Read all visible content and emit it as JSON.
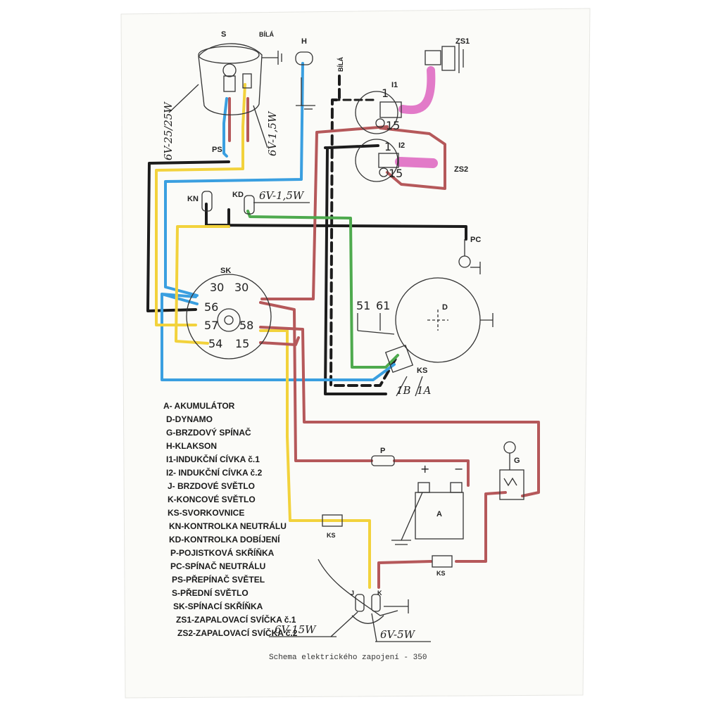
{
  "labels": {
    "s": "S",
    "bila1": "BÍLÁ",
    "h": "H",
    "bila2": "BÍLÁ",
    "zs1": "ZS1",
    "i1": "I1",
    "i2": "I2",
    "zs2": "ZS2",
    "ps": "PS",
    "kn": "KN",
    "kd": "KD",
    "pc": "PC",
    "sk": "SK",
    "d": "D",
    "ks_term": "KS",
    "t1b": "1B",
    "t1a": "1A",
    "p": "P",
    "plus": "+",
    "minus": "−",
    "a": "A",
    "g": "G",
    "ks1": "KS",
    "ks2": "KS",
    "j": "J",
    "k": "K",
    "bulb_main": "6V-25/25W",
    "bulb_park": "6V-1,5W",
    "bulb_kd": "6V-1,5W",
    "bulb_brake": "6V-15W",
    "bulb_tail": "6V-5W",
    "coil_1": "1",
    "coil_15": "15",
    "coil2_1": "1",
    "coil2_15": "15",
    "sk_30a": "30",
    "sk_30b": "30",
    "sk_56": "56",
    "sk_57": "57",
    "sk_58": "58",
    "sk_54": "54",
    "sk_15": "15",
    "d_51": "51",
    "d_61": "61"
  },
  "legend": [
    "A- AKUMULÁTOR",
    "D-DYNAMO",
    "G-BRZDOVÝ SPÍNAČ",
    "H-KLAKSON",
    "I1-INDUKČNÍ CÍVKA č.1",
    "I2- INDUKČNÍ CÍVKA č.2",
    "J- BRZDOVÉ SVĚTLO",
    "K-KONCOVÉ SVĚTLO",
    "KS-SVORKOVNICE",
    "KN-KONTROLKA NEUTRÁLU",
    "KD-KONTROLKA DOBÍJENÍ",
    "P-POJISTKOVÁ SKŘÍŇKA",
    "PC-SPÍNAČ NEUTRÁLU",
    "PS-PŘEPÍNAČ SVĚTEL",
    "S-PŘEDNÍ SVĚTLO",
    "SK-SPÍNACÍ SKŘÍŇKA",
    "ZS1-ZAPALOVACÍ SVÍČKA č.1",
    "ZS2-ZAPALOVACÍ SVÍČKA č.2"
  ],
  "caption": "Schema elektrického zapojení - 350",
  "colors": {
    "paper": "#fbfbf8",
    "black": "#1c1c1c",
    "blue": "#3a9fe0",
    "yellow": "#f2d23c",
    "red": "#b5585a",
    "green": "#4eaa4e",
    "pink": "#e27ac8",
    "ink": "#333333"
  }
}
